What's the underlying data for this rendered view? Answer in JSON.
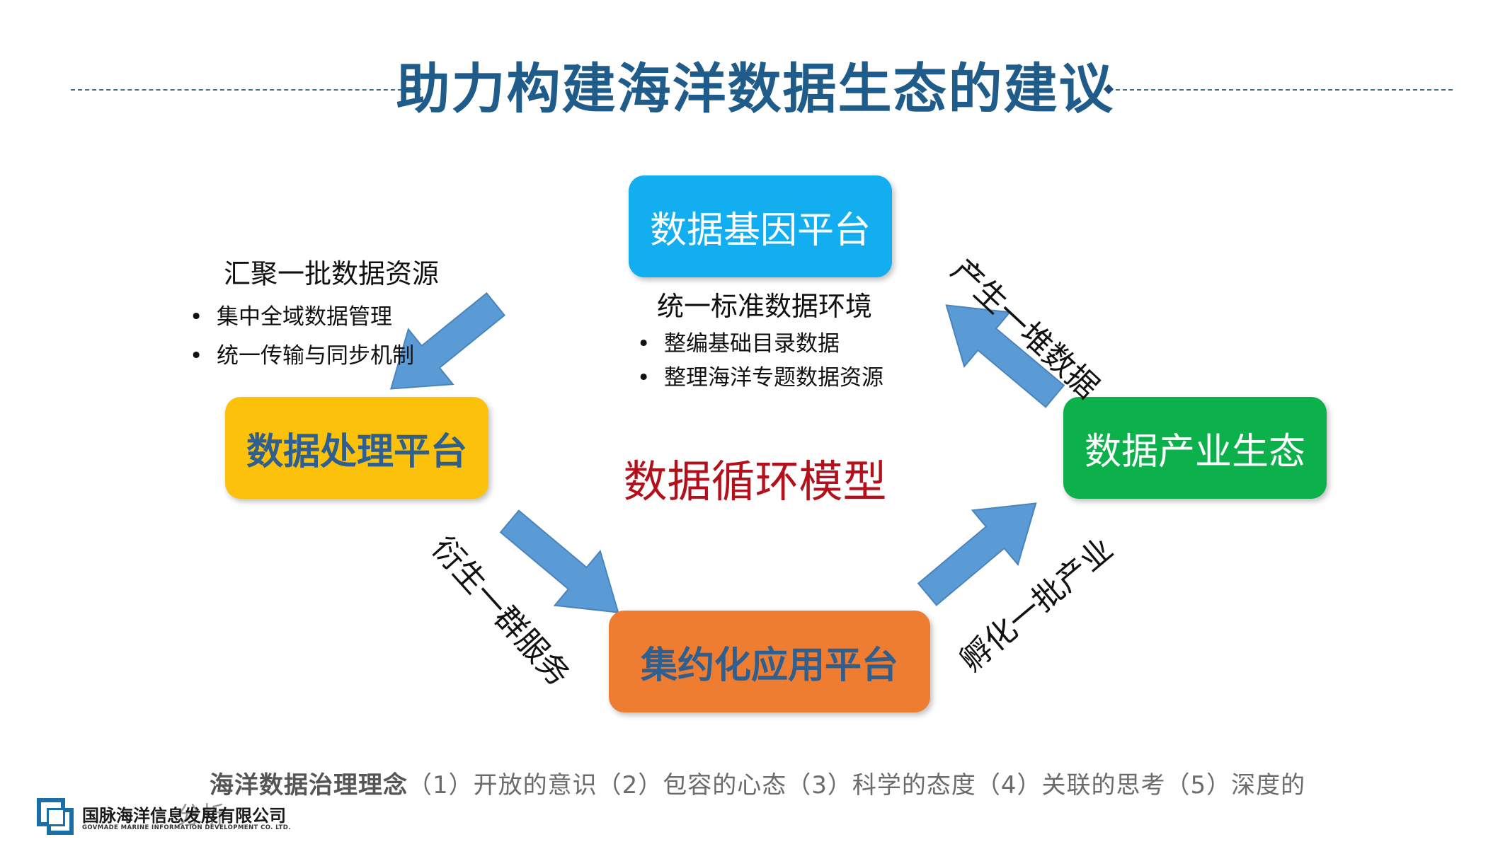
{
  "title": "助力构建海洋数据生态的建议",
  "nodes": {
    "gene": "数据基因平台",
    "processing": "数据处理平台",
    "industry": "数据产业生态",
    "application": "集约化应用平台"
  },
  "center_label": "数据循环模型",
  "left_note": {
    "heading": "汇聚一批数据资源",
    "bullets": [
      "集中全域数据管理",
      "统一传输与同步机制"
    ]
  },
  "center_note": {
    "heading": "统一标准数据环境",
    "bullets": [
      "整编基础目录数据",
      "整理海洋专题数据资源"
    ]
  },
  "arrow_labels": {
    "produce_data": "产生一堆数据",
    "derive_services": "衍生一群服务",
    "incubate_industry": "孵化一批产业"
  },
  "footer": {
    "lead": "海洋数据治理理念",
    "text": "（1）开放的意识（2）包容的心态（3）科学的态度（4）关联的思考（5）深度的",
    "wrap": "分析"
  },
  "company": {
    "name": "国脉海洋信息发展有限公司",
    "name_en": "GOVMADE MARINE INFORMATION DEVELOPMENT CO. LTD."
  },
  "colors": {
    "title": "#1f5c8a",
    "gene": "#13aef0",
    "processing": "#fcc10a",
    "industry": "#0cb14b",
    "application": "#ef7d31",
    "arrow": "#5b9bd5",
    "center_label": "#b3101b"
  }
}
